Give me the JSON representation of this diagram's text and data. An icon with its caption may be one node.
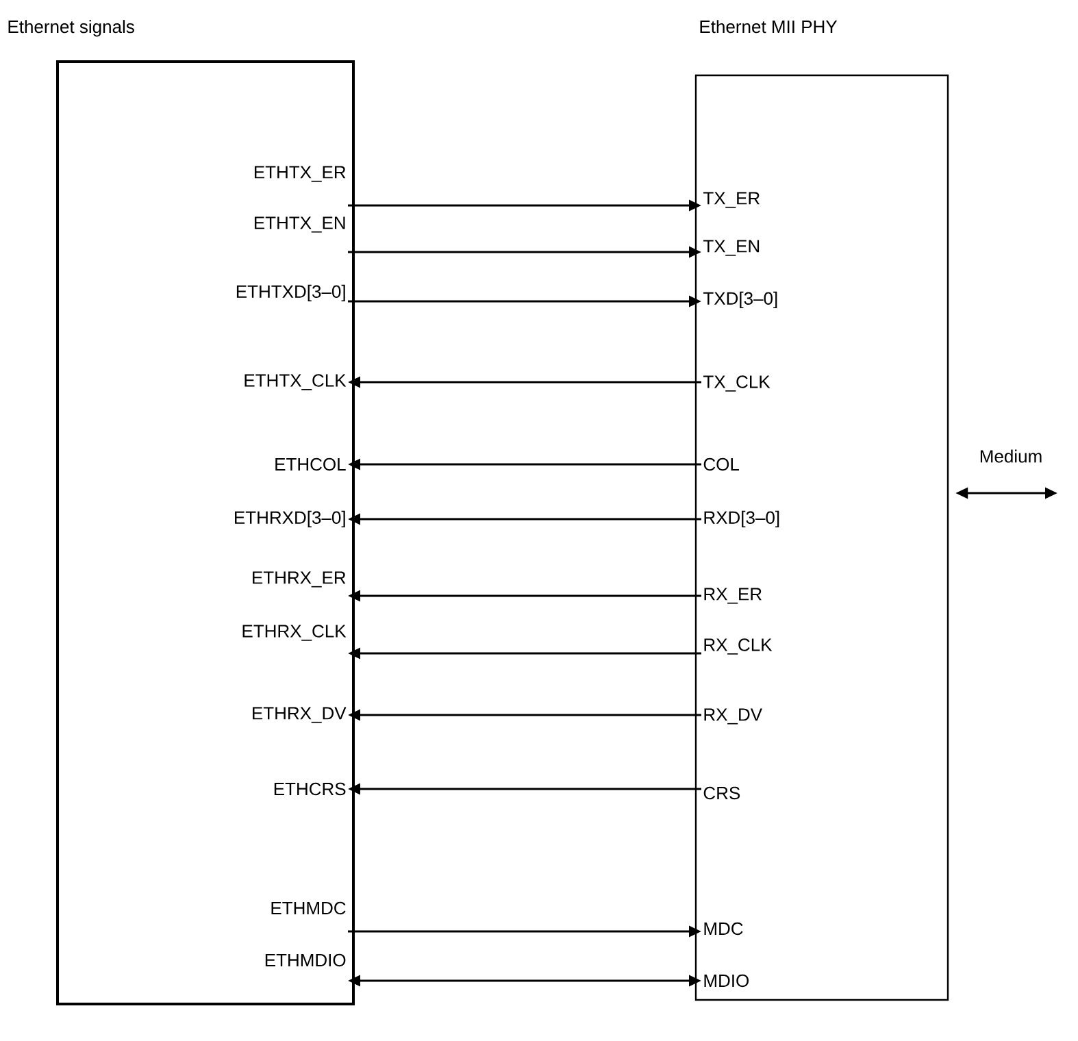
{
  "diagram": {
    "nodes": [
      {
        "text": [
          "Ethernet signals"
        ]
      },
      {
        "text": [
          "Ethernet MII PHY"
        ]
      },
      {
        "text": [
          "ETHTX_ER"
        ],
        "in": 0
      },
      {
        "text": [
          "ETHTX_EN"
        ],
        "in": 0
      },
      {
        "text": [
          "ETHTXD[3–0]"
        ],
        "in": 0
      },
      {
        "text": [
          "ETHTX_CLK"
        ],
        "in": 0
      },
      {
        "text": [
          "ETHCOL"
        ],
        "in": 0
      },
      {
        "text": [
          "ETHRXD[3–0]"
        ],
        "in": 0
      },
      {
        "text": [
          "ETHRX_ER"
        ],
        "in": 0
      },
      {
        "text": [
          "ETHRX_CLK"
        ],
        "in": 0
      },
      {
        "text": [
          "ETHRX_DV"
        ],
        "in": 0
      },
      {
        "text": [
          "ETHCRS"
        ],
        "in": 0
      },
      {
        "text": [
          "ETHMDC"
        ],
        "in": 0
      },
      {
        "text": [
          "ETHMDIO"
        ],
        "in": 0
      },
      {
        "text": [
          "TX_ER"
        ],
        "in": 1
      },
      {
        "text": [
          "TX_EN"
        ],
        "in": 1
      },
      {
        "text": [
          "TXD[3–0]"
        ],
        "in": 1
      },
      {
        "text": [
          "TX_CLK"
        ],
        "in": 1
      },
      {
        "text": [
          "COL"
        ],
        "in": 1
      },
      {
        "text": [
          "RXD[3–0]"
        ],
        "in": 1
      },
      {
        "text": [
          "RX_ER"
        ],
        "in": 1
      },
      {
        "text": [
          "RX_CLK"
        ],
        "in": 1
      },
      {
        "text": [
          "RX_DV"
        ],
        "in": 1
      },
      {
        "text": [
          "CRS"
        ],
        "in": 1
      },
      {
        "text": [
          "MDC"
        ],
        "in": 1
      },
      {
        "text": [
          "MDIO"
        ],
        "in": 1
      }
    ],
    "edges": [
      {
        "from": 2,
        "to": 14,
        "arrow": "to"
      },
      {
        "from": 3,
        "to": 15,
        "arrow": "to"
      },
      {
        "from": 4,
        "to": 16,
        "arrow": "to"
      },
      {
        "from": 17,
        "to": 5,
        "arrow": "to"
      },
      {
        "from": 18,
        "to": 6,
        "arrow": "to"
      },
      {
        "from": 19,
        "to": 7,
        "arrow": "to"
      },
      {
        "from": 20,
        "to": 8,
        "arrow": "to"
      },
      {
        "from": 21,
        "to": 9,
        "arrow": "to"
      },
      {
        "from": 22,
        "to": 10,
        "arrow": "to"
      },
      {
        "from": 23,
        "to": 11,
        "arrow": "to"
      },
      {
        "from": 12,
        "to": 24,
        "arrow": "to"
      },
      {
        "from": 13,
        "to": 25,
        "arrow": "both"
      },
      {
        "from": 1,
        "to": null,
        "arrow": "both",
        "label": "Medium"
      }
    ]
  }
}
